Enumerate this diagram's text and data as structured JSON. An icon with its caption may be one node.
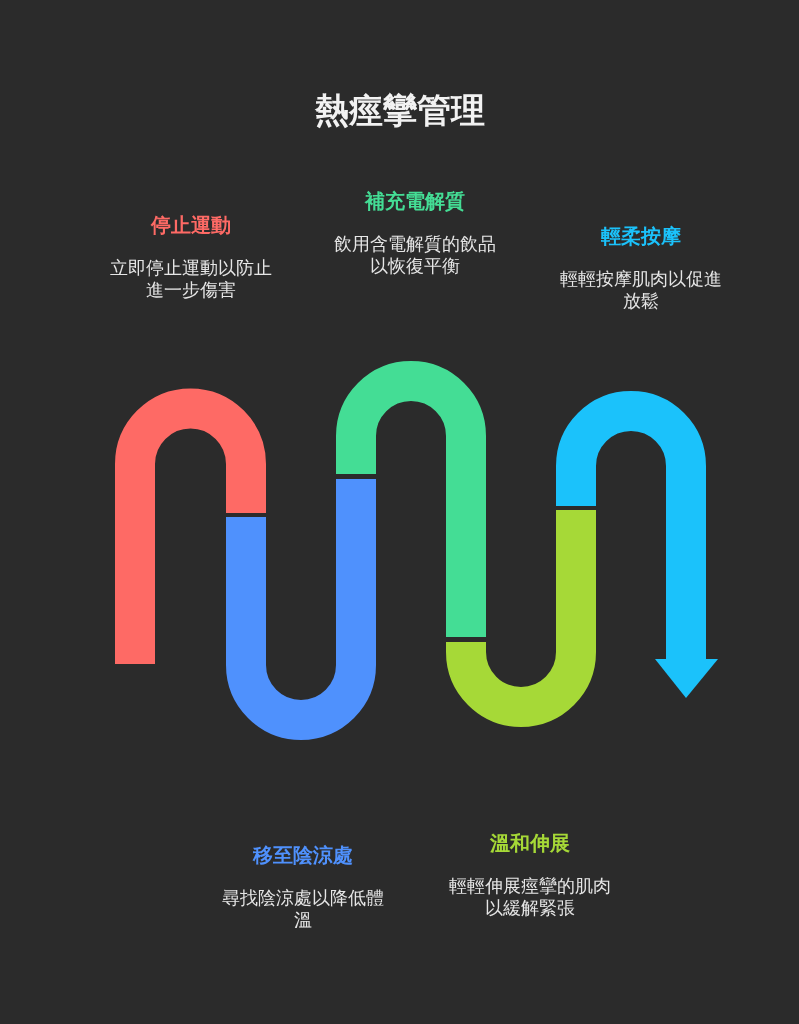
{
  "diagram": {
    "title": "熱痙攣管理",
    "nodes": [
      {
        "text": [
          "停止運動",
          "立即停止運動以防止進一步傷害"
        ]
      },
      {
        "text": [
          "移至陰涼處",
          "尋找陰涼處以降低體溫"
        ]
      },
      {
        "text": [
          "補充電解質",
          "飲用含電解質的飲品以恢復平衡"
        ]
      },
      {
        "text": [
          "溫和伸展",
          "輕輕伸展痙攣的肌肉以緩解緊張"
        ]
      },
      {
        "text": [
          "輕柔按摩",
          "輕輕按摩肌肉以促進放鬆"
        ]
      }
    ]
  }
}
